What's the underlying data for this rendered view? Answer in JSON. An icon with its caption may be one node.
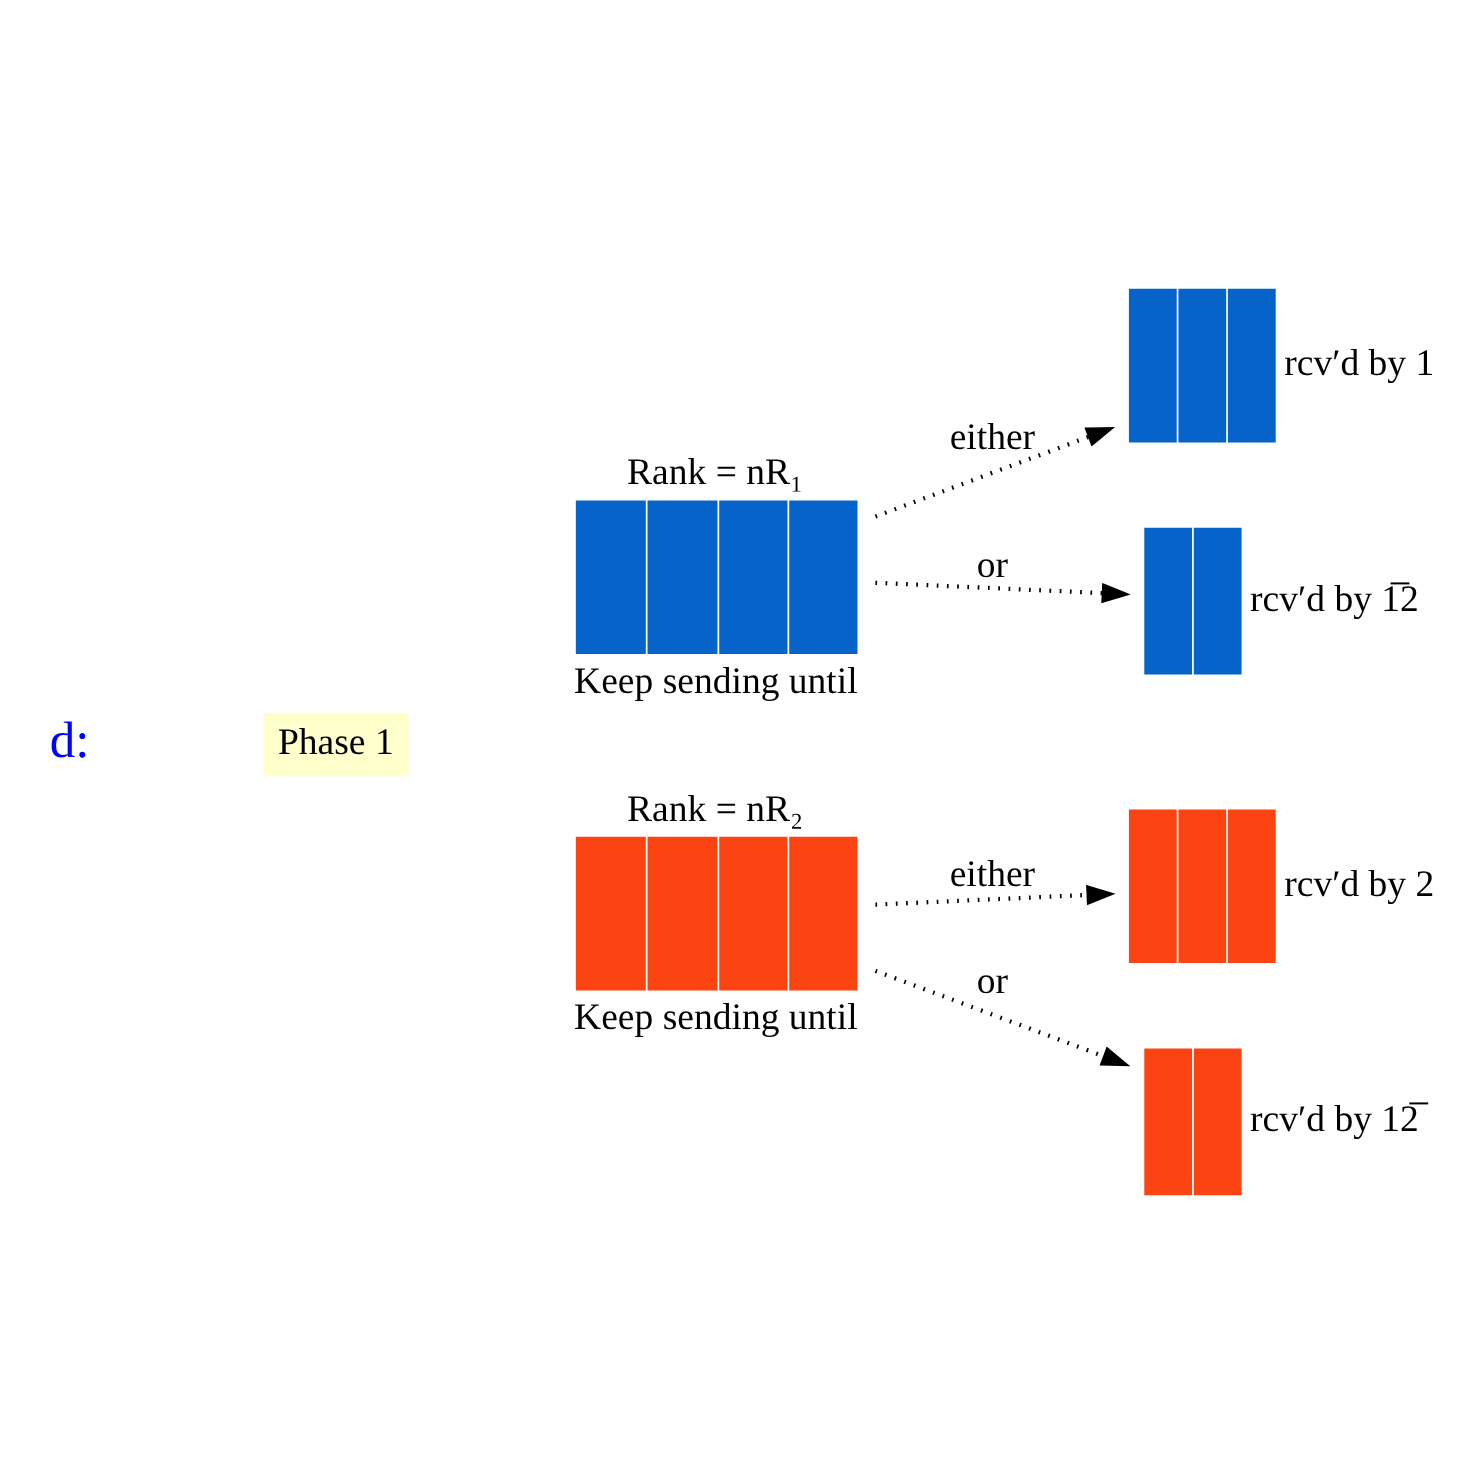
{
  "diagram": {
    "nodes": [
      {
        "text": [
          "Phase 1"
        ]
      },
      {
        "text": [
          "Rank = nR₁"
        ],
        "beside": [
          "Keep sending until"
        ]
      },
      {
        "text": [],
        "shape": "box",
        "beside": [
          "rcv′d by 1"
        ]
      },
      {
        "text": [],
        "shape": "box",
        "beside": [
          "rcv′d by 1̅2"
        ]
      },
      {
        "text": [
          "Rank = nR₂"
        ],
        "beside": [
          "Keep sending until"
        ]
      },
      {
        "text": [],
        "shape": "box",
        "beside": [
          "rcv′d by 2"
        ]
      },
      {
        "text": [],
        "shape": "box",
        "beside": [
          "rcv′d by 12̅"
        ]
      }
    ],
    "edges": [
      {
        "from": 1,
        "to": 2,
        "arrow": "to",
        "label": "either"
      },
      {
        "from": 1,
        "to": 3,
        "arrow": "to",
        "label": "or"
      },
      {
        "from": 4,
        "to": 5,
        "arrow": "to",
        "label": "either"
      },
      {
        "from": 4,
        "to": 6,
        "arrow": "to",
        "label": "or"
      }
    ],
    "labels": [
      "d:"
    ]
  }
}
